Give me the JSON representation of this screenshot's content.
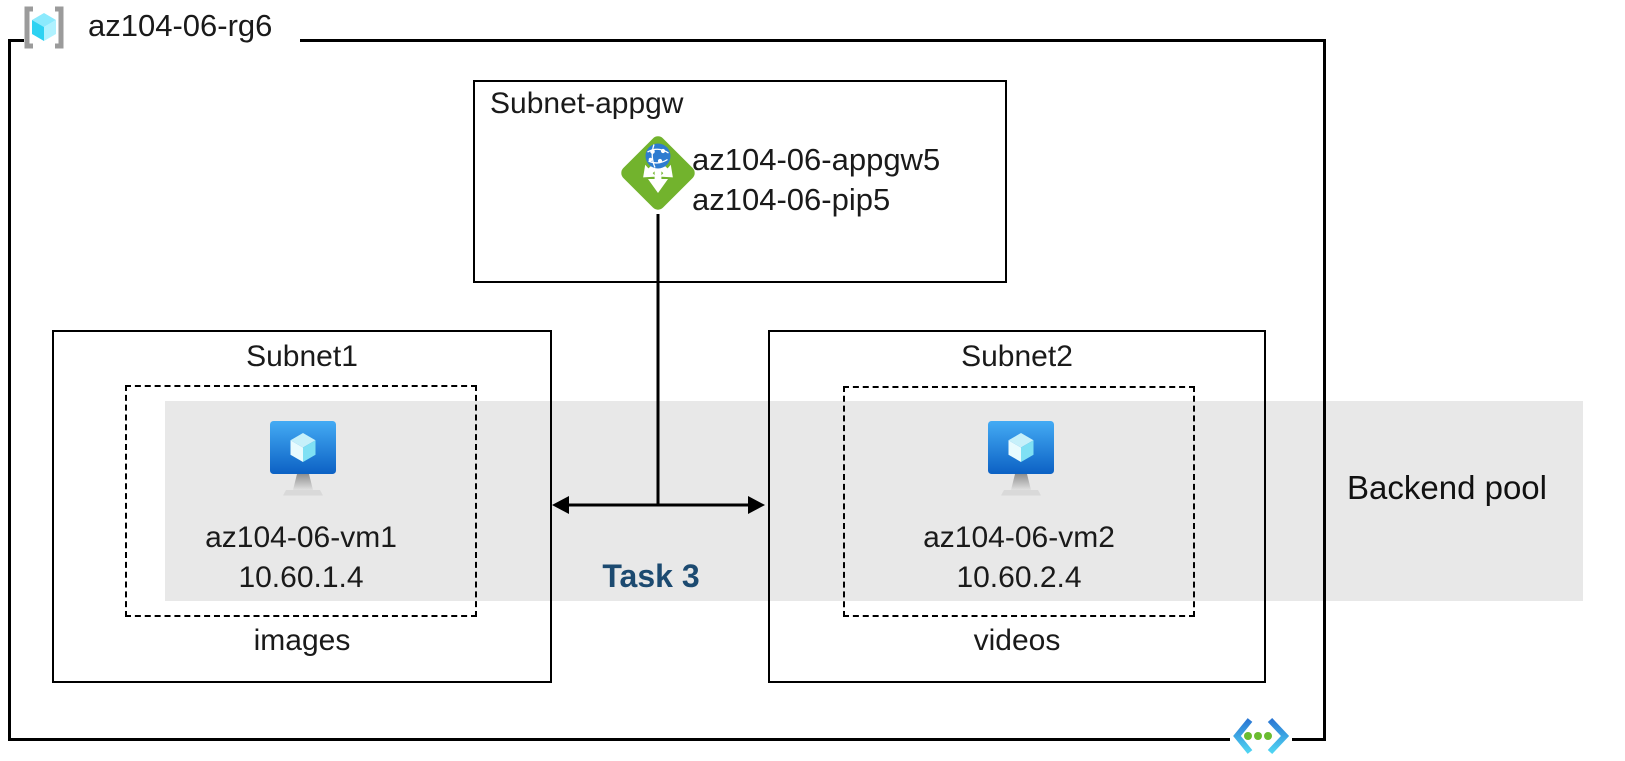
{
  "resource_group": {
    "name": "az104-06-rg6",
    "icon": "resource-group-icon"
  },
  "appgw_subnet": {
    "name": "Subnet-appgw",
    "icon": "application-gateway-icon",
    "gateway_name": "az104-06-appgw5",
    "public_ip_name": "az104-06-pip5"
  },
  "subnet1": {
    "name": "Subnet1",
    "icon": "virtual-machine-icon",
    "vm_name": "az104-06-vm1",
    "vm_ip": "10.60.1.4",
    "caption": "images"
  },
  "subnet2": {
    "name": "Subnet2",
    "icon": "virtual-machine-icon",
    "vm_name": "az104-06-vm2",
    "vm_ip": "10.60.2.4",
    "caption": "videos"
  },
  "backend_pool": {
    "label": "Backend pool"
  },
  "task": {
    "label": "Task 3"
  },
  "virtual_network": {
    "icon": "virtual-network-icon"
  },
  "colors": {
    "backend_band": "#e8e8e8",
    "border_black": "#000000",
    "task_text": "#1c4a70",
    "appgw_green": "#72b32d",
    "globe_blue": "#2e7cd0",
    "vm_screen_top": "#44abf4",
    "vm_screen_bottom": "#0c61c4",
    "cube_cyan": "#50e6ff",
    "bracket_gray": "#9b9b9b",
    "vnet_chevron_blue": "#2b78d4",
    "vnet_chevron_cyan": "#4fd4f2",
    "vnet_dot_green": "#6abc30"
  }
}
